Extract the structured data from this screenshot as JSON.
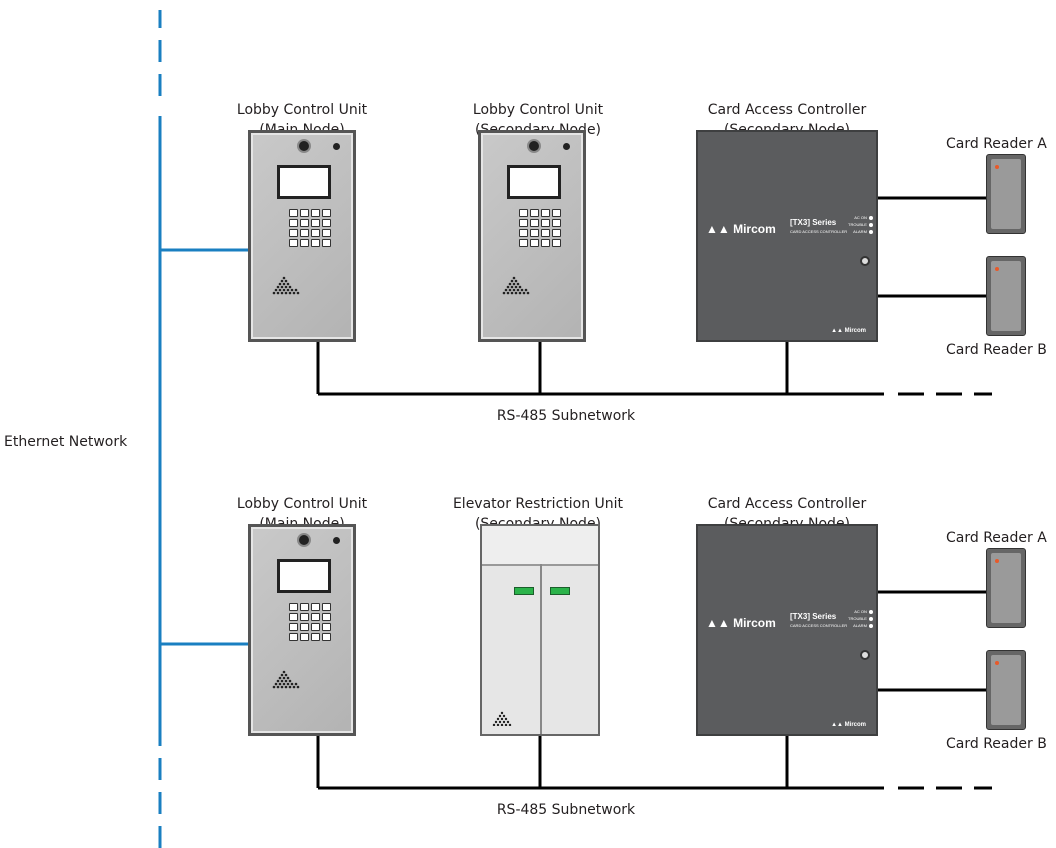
{
  "network": {
    "label": "Ethernet Network",
    "color": "#1a7fc1"
  },
  "rows": [
    {
      "unit_a": {
        "line1": "Lobby Control Unit",
        "line2": "(Main Node)"
      },
      "unit_b": {
        "line1": "Lobby Control Unit",
        "line2": "(Secondary Node)"
      },
      "controller": {
        "line1": "Card Access Controller",
        "line2": "(Secondary Node)",
        "brand": "Mircom",
        "series": "[TX3] Series",
        "series_sub": "CARD ACCESS CONTROLLER",
        "status": [
          "AC ON",
          "TROUBLE",
          "ALARM"
        ]
      },
      "reader_a": "Card Reader A",
      "reader_b": "Card Reader B",
      "subnetwork": "RS-485 Subnetwork"
    },
    {
      "unit_a": {
        "line1": "Lobby Control Unit",
        "line2": "(Main Node)"
      },
      "unit_b": {
        "line1": "Elevator Restriction Unit",
        "line2": "(Secondary Node)"
      },
      "controller": {
        "line1": "Card Access Controller",
        "line2": "(Secondary Node)",
        "brand": "Mircom",
        "series": "[TX3] Series",
        "series_sub": "CARD ACCESS CONTROLLER",
        "status": [
          "AC ON",
          "TROUBLE",
          "ALARM"
        ]
      },
      "reader_a": "Card Reader A",
      "reader_b": "Card Reader B",
      "subnetwork": "RS-485 Subnetwork"
    }
  ]
}
